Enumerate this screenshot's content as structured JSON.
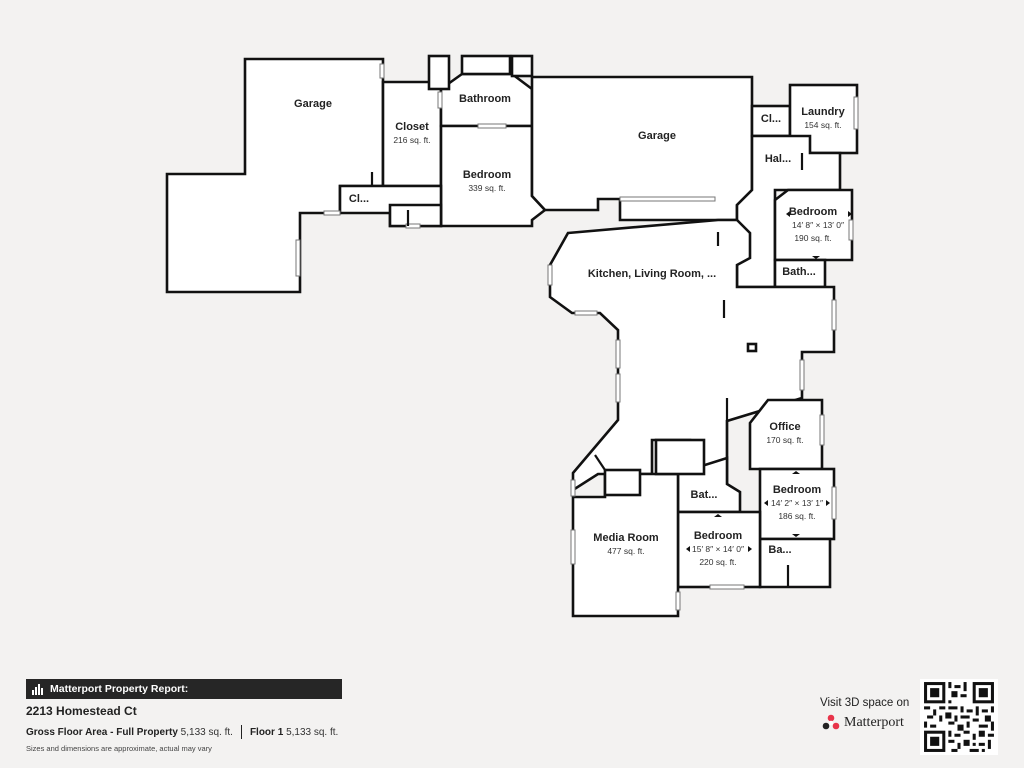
{
  "rooms": {
    "garage_left": {
      "name": "Garage"
    },
    "closet": {
      "name": "Closet",
      "area": "216 sq. ft."
    },
    "bathroom_top": {
      "name": "Bathroom"
    },
    "bedroom_top": {
      "name": "Bedroom",
      "area": "339 sq. ft."
    },
    "closet_small": {
      "name": "Cl..."
    },
    "garage_right": {
      "name": "Garage"
    },
    "closet_right": {
      "name": "Cl..."
    },
    "laundry": {
      "name": "Laundry",
      "area": "154 sq. ft."
    },
    "hall": {
      "name": "Hal..."
    },
    "bedroom_right": {
      "name": "Bedroom",
      "dims": "14′ 8″ × 13′ 0″",
      "area": "190 sq. ft."
    },
    "bath_right": {
      "name": "Bath..."
    },
    "kitchen": {
      "name": "Kitchen, Living Room, ..."
    },
    "office": {
      "name": "Office",
      "area": "170 sq. ft."
    },
    "bedroom_lr": {
      "name": "Bedroom",
      "dims": "14′ 2″ × 13′ 1″",
      "area": "186 sq. ft."
    },
    "bath_mid": {
      "name": "Bat..."
    },
    "bath_lr": {
      "name": "Ba..."
    },
    "bedroom_bottom": {
      "name": "Bedroom",
      "dims": "15′ 8″ × 14′ 0″",
      "area": "220 sq. ft."
    },
    "media_room": {
      "name": "Media Room",
      "area": "477 sq. ft."
    }
  },
  "footer": {
    "report_title": "Matterport Property Report:",
    "address": "2213 Homestead Ct",
    "gross_label": "Gross Floor Area - Full Property",
    "gross_value": "5,133 sq. ft.",
    "floor_label": "Floor 1",
    "floor_value": "5,133 sq. ft.",
    "disclaimer": "Sizes and dimensions are approximate, actual may vary",
    "visit_text": "Visit 3D space on",
    "brand": "Matterport"
  },
  "colors": {
    "background": "#f3f2f1",
    "wall": "#111111",
    "brand_red": "#e8344a",
    "banner": "#262626"
  }
}
